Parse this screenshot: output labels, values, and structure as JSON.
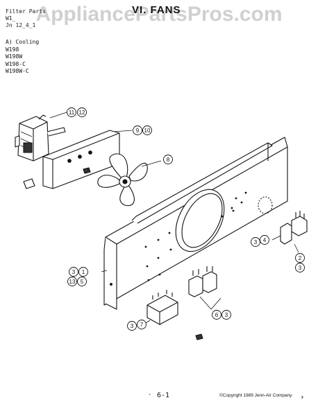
{
  "header": {
    "line1": "Filter Parts",
    "line2": "W1_",
    "line3": "Jn 12_4_1",
    "title": "VI. FANS"
  },
  "watermark": "AppliancePartsPros.com",
  "models": {
    "section": "A) Cooling",
    "items": [
      "W198",
      "W198W",
      "W198-C",
      "W198W-C"
    ]
  },
  "callouts": {
    "c11": "11",
    "c12": "12",
    "c9": "9",
    "c10": "10",
    "c8": "8",
    "c3a": "3",
    "c4": "4",
    "c2": "2",
    "c3b": "3",
    "c3c": "3",
    "c1": "1",
    "c13": "13",
    "c5": "5",
    "c6": "6",
    "c3d": "3",
    "c3e": "3",
    "c7": "7"
  },
  "footer": {
    "tick": "·",
    "page": "6-1",
    "copyright": "©Copyright 1989 Jenn-Air Company",
    "mark": "›"
  },
  "colors": {
    "ink": "#111111",
    "watermark": "#969696"
  }
}
